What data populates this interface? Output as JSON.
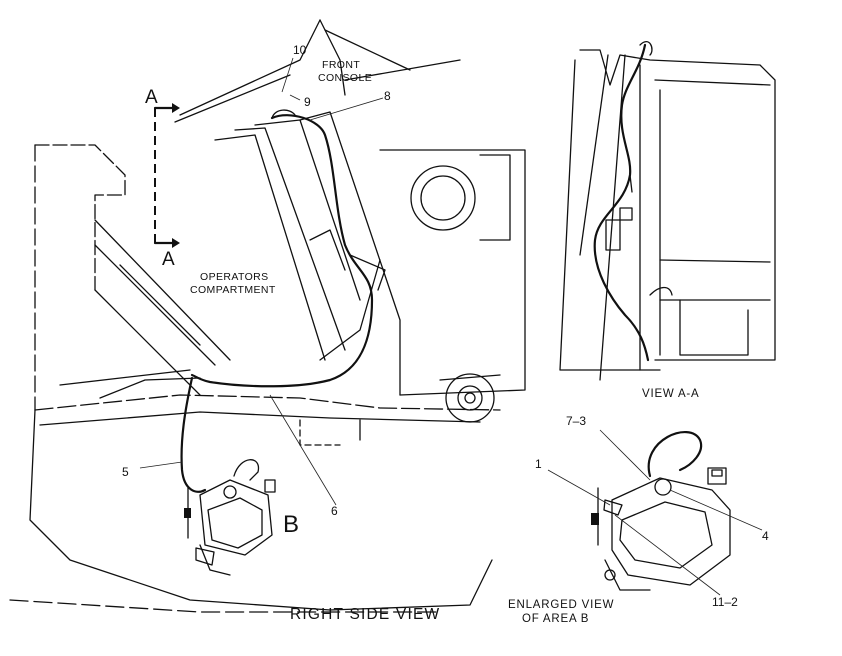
{
  "labels": {
    "section_a_top": "A",
    "section_a_bottom": "A",
    "front_console_line1": "FRONT",
    "front_console_line2": "CONSOLE",
    "operators_line1": "OPERATORS",
    "operators_line2": "COMPARTMENT",
    "area_b": "B",
    "right_side_view": "RIGHT SIDE VIEW",
    "view_a_a": "VIEW A-A",
    "enlarged_line1": "ENLARGED VIEW",
    "enlarged_line2": "OF AREA B"
  },
  "callouts": {
    "c10": "10",
    "c9": "9",
    "c8": "8",
    "c5": "5",
    "c6": "6",
    "c1": "1",
    "c7_3": "7–3",
    "c4": "4",
    "c11_2": "11–2"
  },
  "colors": {
    "line": "#111111",
    "background": "#ffffff"
  }
}
